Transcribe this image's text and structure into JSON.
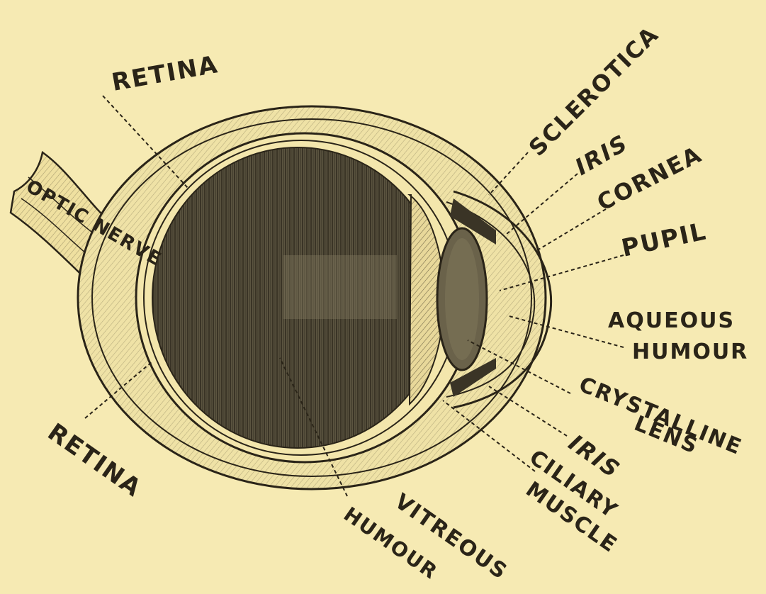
{
  "labels": {
    "retina_top": "RETINA",
    "retina_bottom": "RETINA",
    "sclerotica": "SCLEROTICA",
    "iris_top": "IRIS",
    "cornea": "CORNEA",
    "pupil": "PUPIL",
    "aqueous_humour_line1": "AQUEOUS",
    "aqueous_humour_line2": "HUMOUR",
    "optic_nerve": "OPTIC NERVE",
    "crystalline_lens_line1": "CRYSTALLINE",
    "crystalline_lens_line2": "LENS",
    "iris_bottom": "IRIS",
    "ciliary_muscle_line1": "CILIARY",
    "ciliary_muscle_line2": "MUSCLE",
    "vitreous_humour_line1": "VITREOUS",
    "vitreous_humour_line2": "HUMOUR"
  },
  "colors": {
    "paper": "#f6eab3",
    "ink": "#2a2418",
    "vitreous": "#4a4434"
  }
}
